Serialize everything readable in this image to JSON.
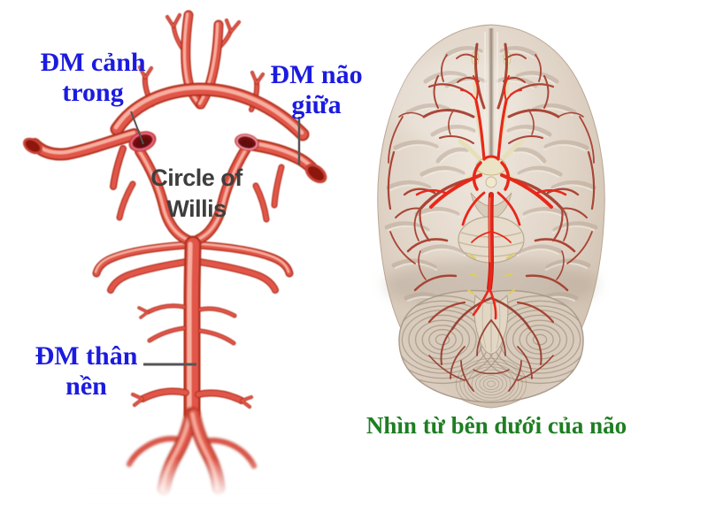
{
  "figure": {
    "left_diagram": {
      "title_line1": "Circle of",
      "title_line2": "Willis",
      "labels": {
        "internal_carotid": {
          "line1": "ĐM cảnh",
          "line2": "trong"
        },
        "middle_cerebral": {
          "line1": "ĐM não",
          "line2": "giữa"
        },
        "basilar": {
          "line1": "ĐM thân",
          "line2": "nền"
        }
      }
    },
    "right_illustration": {
      "caption": "Nhìn từ bên dưới của não"
    },
    "colors": {
      "label_blue": "#1b1be0",
      "caption_green": "#1e7e22",
      "title_gray": "#3e3e3e",
      "pointer_gray": "#555555",
      "artery_red": "#e2574a",
      "artery_dark": "#b2301f",
      "artery_highlight": "#f7b3a3",
      "bright_artery_red": "#e8281a",
      "brain_beige": "#d8cabb",
      "background": "#ffffff"
    }
  }
}
